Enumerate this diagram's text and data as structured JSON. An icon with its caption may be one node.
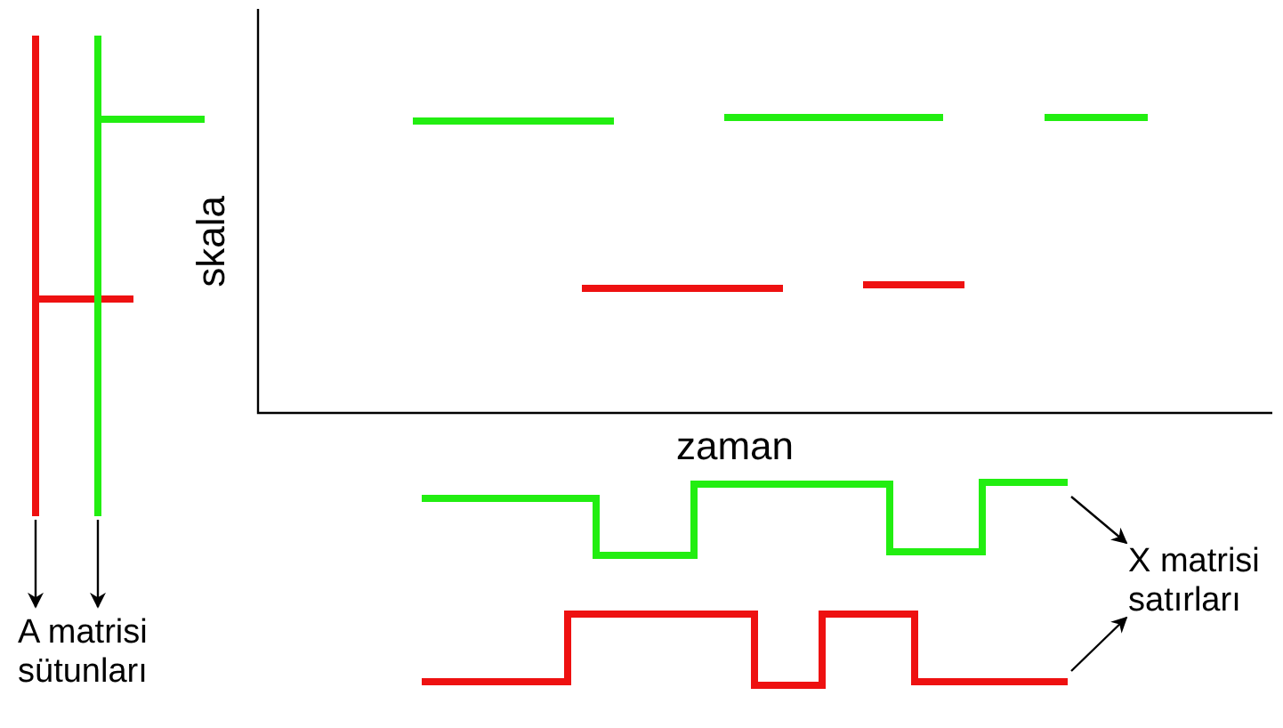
{
  "diagram": {
    "nodes": [
      {
        "text": [],
        "shape": "bar"
      },
      {
        "text": [],
        "shape": "bar"
      },
      {
        "text": [
          "A matrisi sütunları"
        ]
      },
      {
        "text": [],
        "shape": "picture"
      },
      {
        "text": [],
        "shape": "picture"
      },
      {
        "text": [
          "X matrisi satırları"
        ]
      }
    ],
    "edges": [
      {
        "from": 0,
        "to": 2,
        "arrow": "to"
      },
      {
        "from": 1,
        "to": 2,
        "arrow": "to"
      },
      {
        "from": 3,
        "to": 5,
        "arrow": "to"
      },
      {
        "from": 4,
        "to": 5,
        "arrow": "to"
      }
    ],
    "labels": [
      "skala",
      "zaman"
    ]
  }
}
